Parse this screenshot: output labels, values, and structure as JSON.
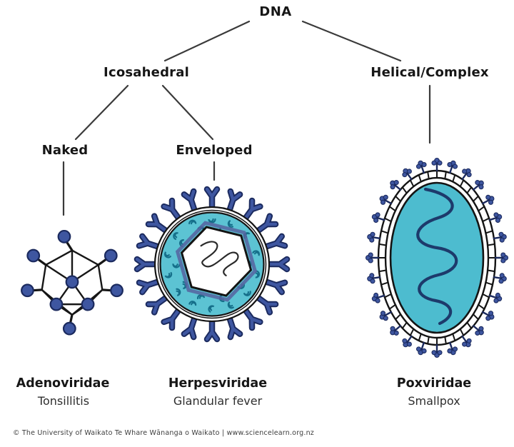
{
  "tree": {
    "root_label": "DNA",
    "branches": [
      {
        "label": "Icosahedral"
      },
      {
        "label": "Helical/Complex"
      }
    ],
    "sub_branches": [
      {
        "label": "Naked"
      },
      {
        "label": "Enveloped"
      }
    ]
  },
  "viruses": [
    {
      "family": "Adenoviridae",
      "disease": "Tonsillitis",
      "icon": "adenovirus-icosahedral-capsid-icon"
    },
    {
      "family": "Herpesviridae",
      "disease": "Glandular fever",
      "icon": "herpesvirus-enveloped-icon"
    },
    {
      "family": "Poxviridae",
      "disease": "Smallpox",
      "icon": "poxvirus-complex-icon"
    }
  ],
  "footer": {
    "credit": "© The University of Waikato Te Whare Wānanga o Waikato | www.sciencelearn.org.nz"
  },
  "colors": {
    "spike_blue": "#3e56a0",
    "spike_outline": "#1b2a5e",
    "herpes_teal": "#5cc3d3",
    "pox_teal": "#4dbccf",
    "swirl": "#156f8a",
    "ink": "#161616",
    "connector": "#3a3a3a",
    "dna_squiggle": "#1d3a6b"
  }
}
